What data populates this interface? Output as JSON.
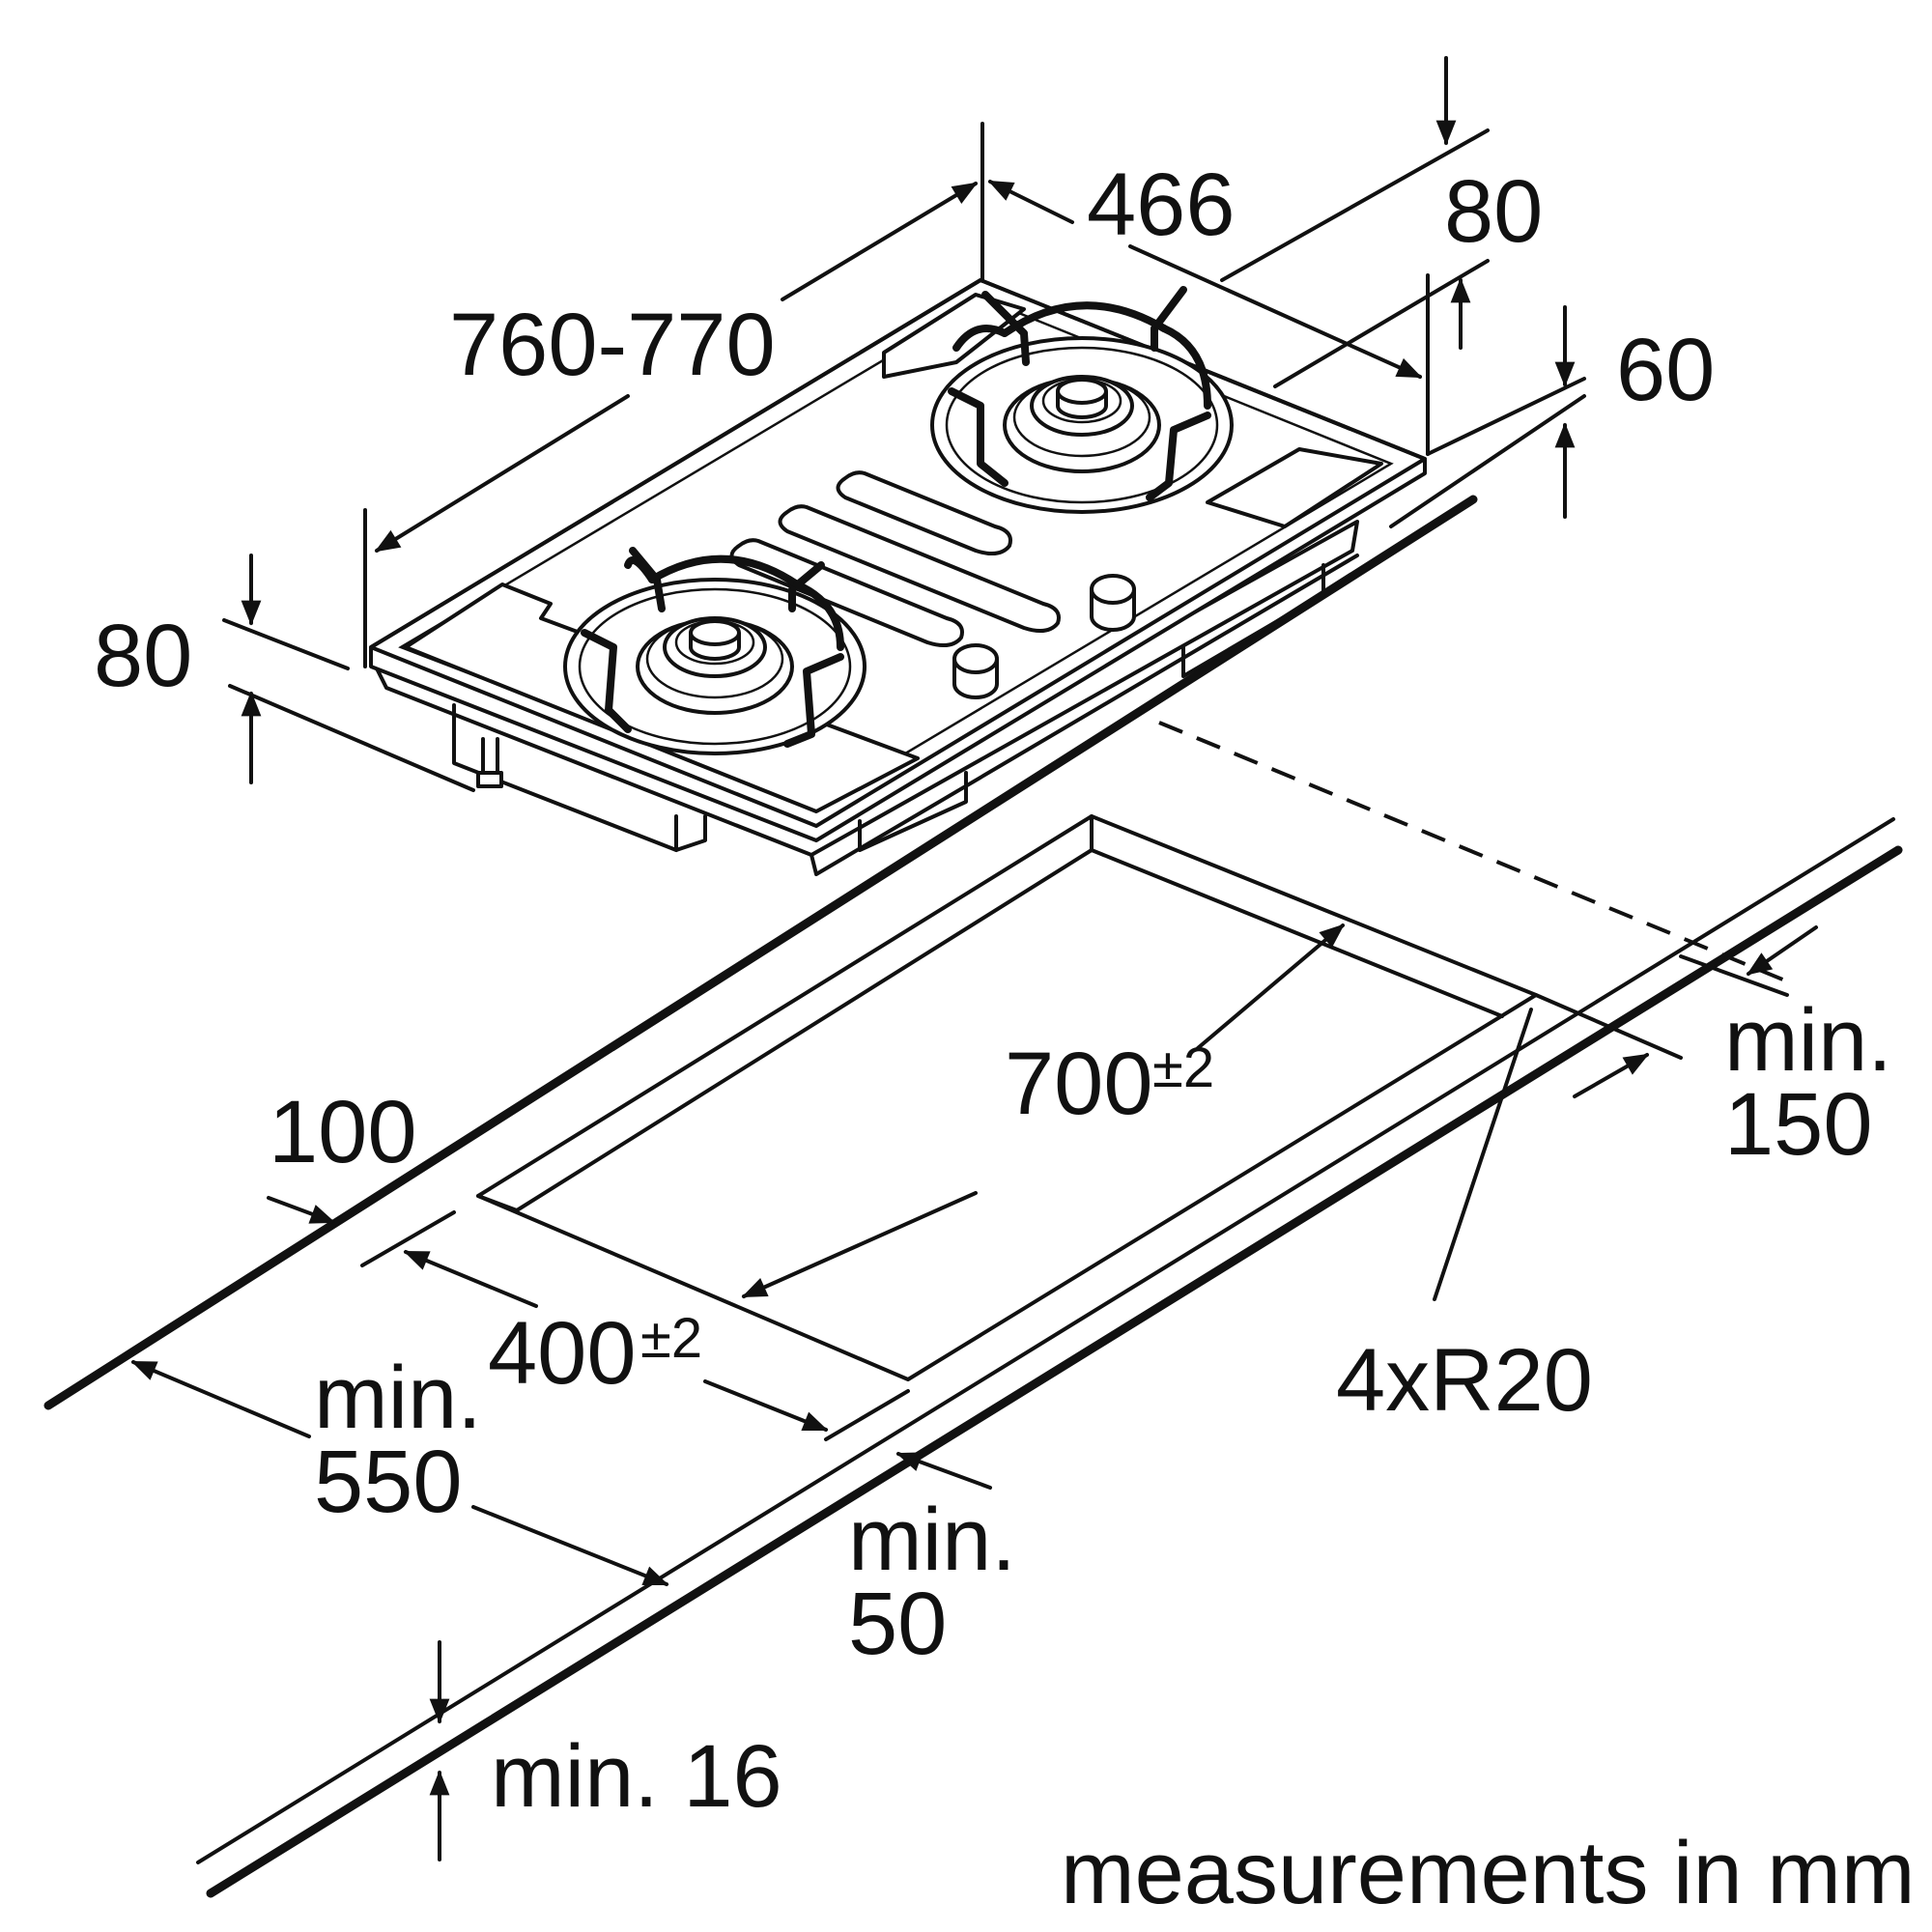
{
  "labels": {
    "width_range": "760-770",
    "depth": "466",
    "offset_top_right": "80",
    "height": "60",
    "offset_left": "80",
    "cutout_width_main": "700",
    "cutout_width_tol": "±2",
    "cutout_depth_main": "400",
    "cutout_depth_tol": "±2",
    "corner_radius": "4xR20",
    "front_edge": "100",
    "side_clearance_line1": "min.",
    "side_clearance_line2": "150",
    "counter_depth_line1": "min.",
    "counter_depth_line2": "550",
    "rear_clearance_line1": "min.",
    "rear_clearance_line2": "50",
    "worktop_thickness": "min. 16",
    "units_note": "measurements in mm"
  }
}
